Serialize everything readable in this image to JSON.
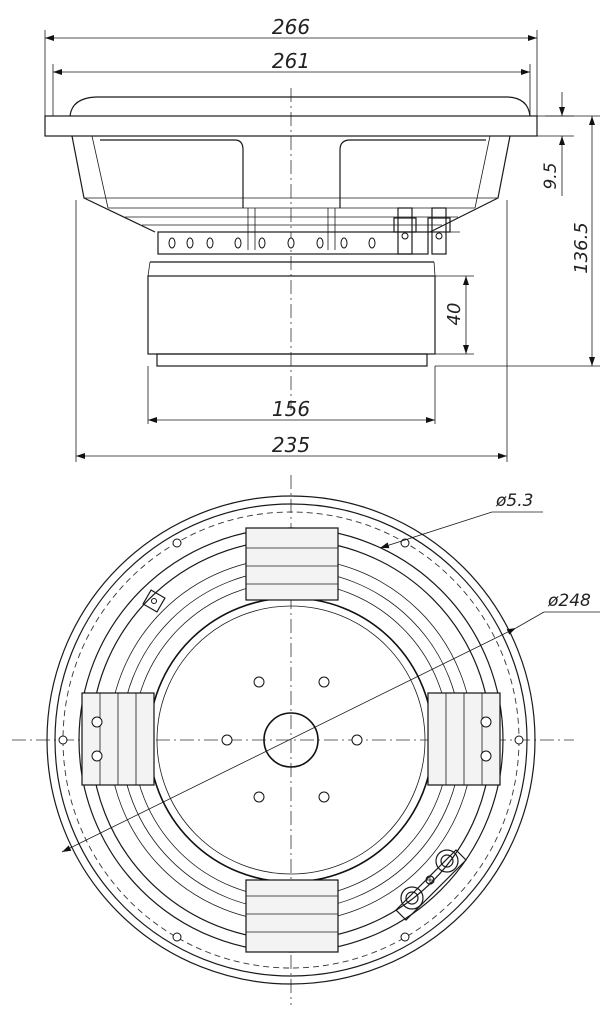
{
  "side_view": {
    "dim_overall_width": "266",
    "dim_flange_width": "261",
    "dim_flange_thickness": "9.5",
    "dim_total_depth": "136.5",
    "dim_magnet_height": "40",
    "dim_magnet_diameter": "156",
    "dim_basket_diameter": "235"
  },
  "front_view": {
    "dim_mount_hole": "ø5.3",
    "dim_bolt_circle": "ø248"
  }
}
